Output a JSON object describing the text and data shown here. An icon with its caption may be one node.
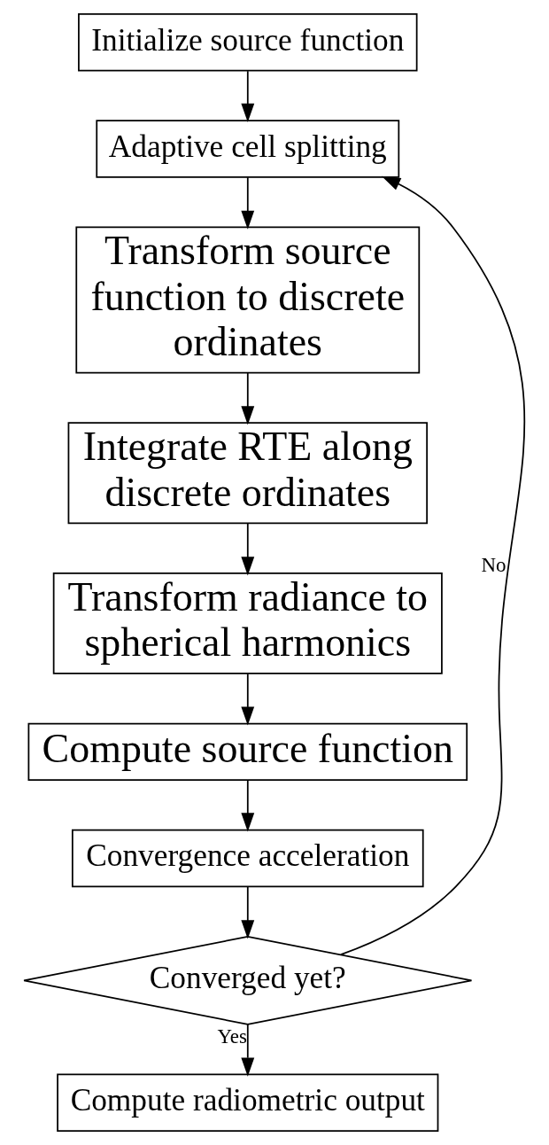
{
  "diagram": {
    "nodes": [
      {
        "text": [
          "Initialize source function"
        ]
      },
      {
        "text": [
          "Adaptive cell splitting"
        ]
      },
      {
        "text": [
          "Transform source function to discrete ordinates"
        ]
      },
      {
        "text": [
          "Integrate RTE along discrete ordinates"
        ]
      },
      {
        "text": [
          "Transform radiance to spherical harmonics"
        ]
      },
      {
        "text": [
          "Compute source function"
        ]
      },
      {
        "text": [
          "Convergence acceleration"
        ]
      },
      {
        "text": [
          "Converged yet?"
        ]
      },
      {
        "text": [
          "Compute radiometric output"
        ]
      }
    ],
    "edges": [
      {
        "from": 0,
        "to": 1,
        "arrow": "to"
      },
      {
        "from": 1,
        "to": 2,
        "arrow": "to"
      },
      {
        "from": 2,
        "to": 3,
        "arrow": "to"
      },
      {
        "from": 3,
        "to": 4,
        "arrow": "to"
      },
      {
        "from": 4,
        "to": 5,
        "arrow": "to"
      },
      {
        "from": 5,
        "to": 6,
        "arrow": "to"
      },
      {
        "from": 6,
        "to": 7,
        "arrow": "to"
      },
      {
        "from": 7,
        "to": 1,
        "arrow": "to",
        "label": "No"
      },
      {
        "from": 7,
        "to": 8,
        "arrow": "to",
        "label": "Yes"
      }
    ]
  }
}
